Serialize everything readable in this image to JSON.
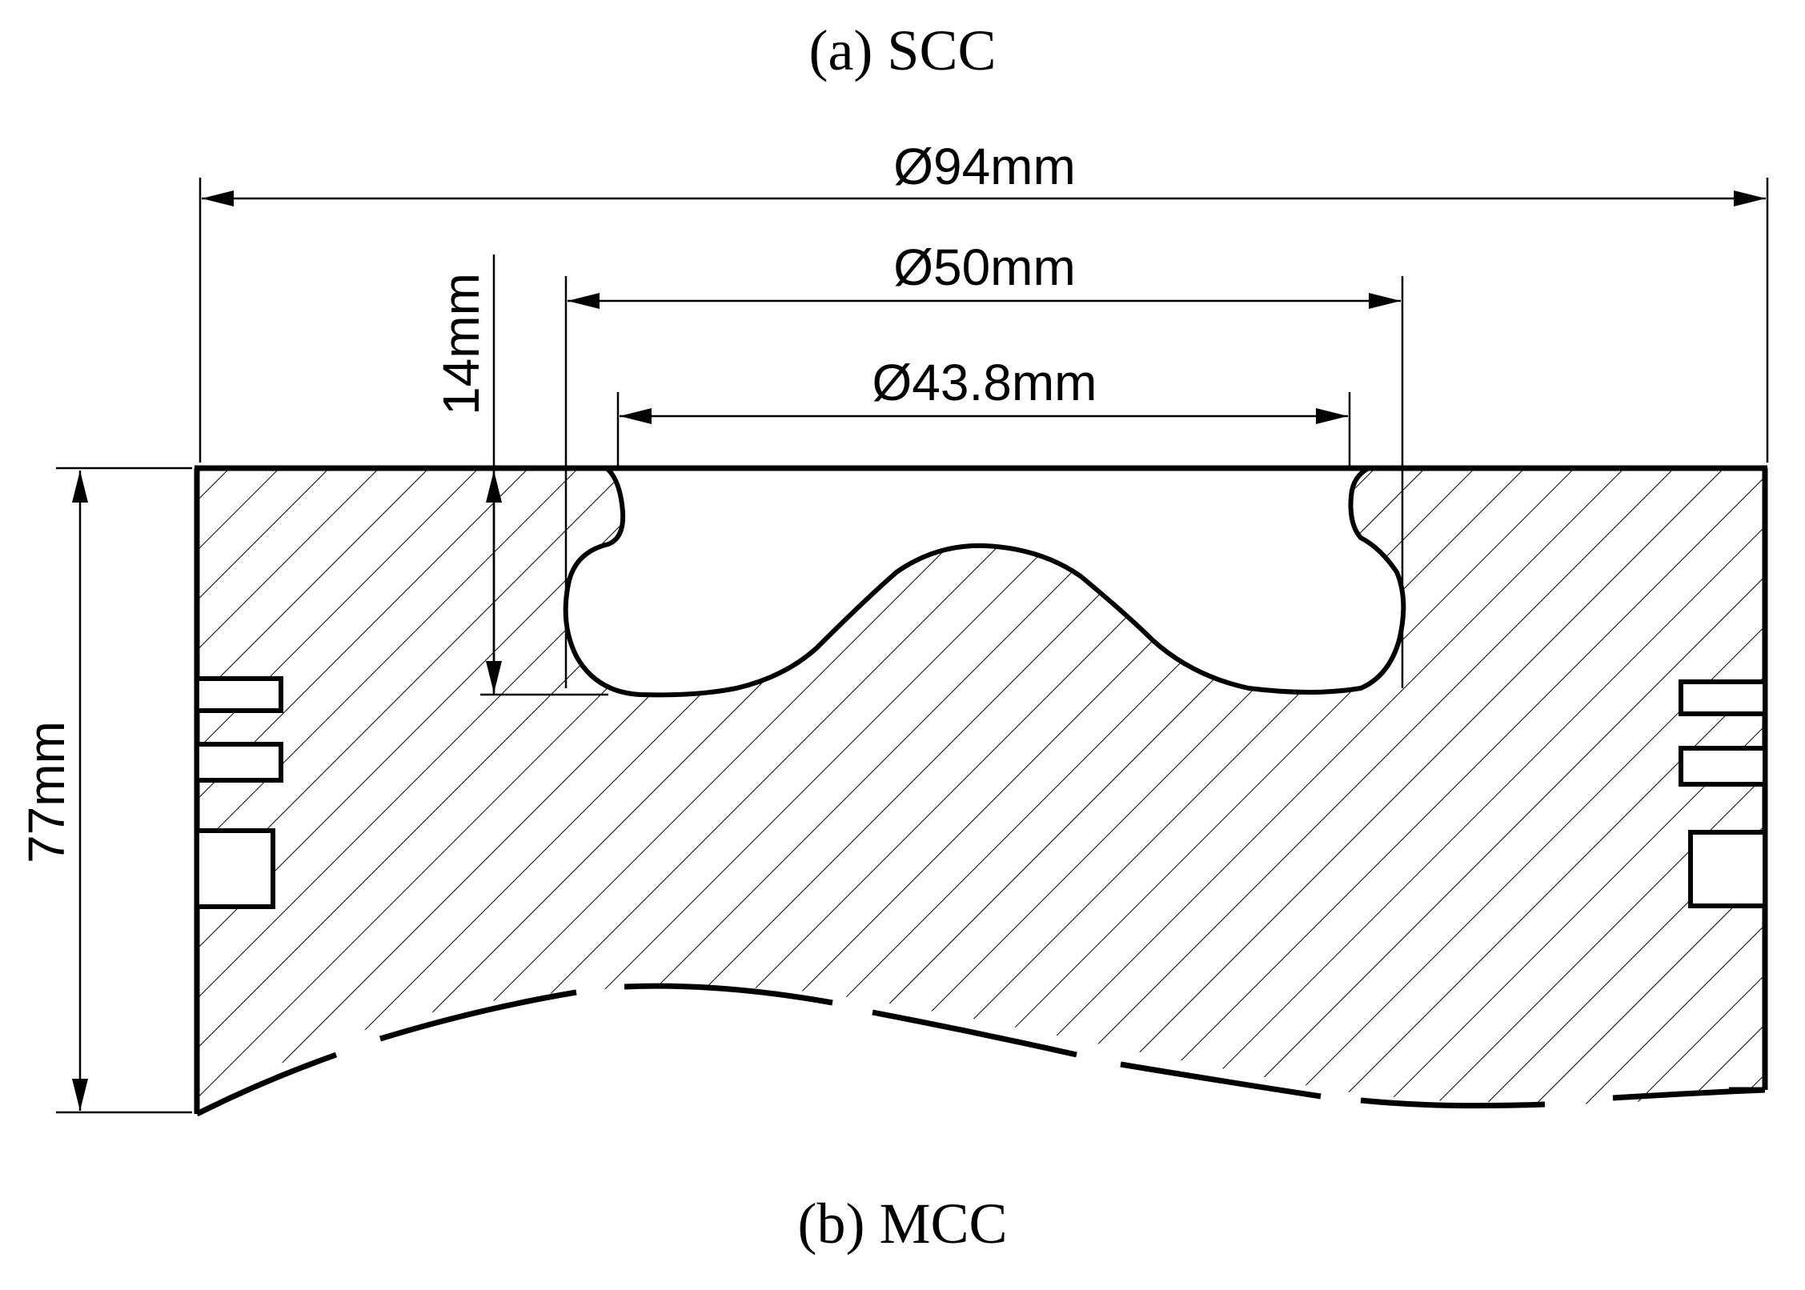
{
  "captions": {
    "top": "(a) SCC",
    "bottom": "(b) MCC"
  },
  "dimensions": {
    "outer_diameter": "Ø94mm",
    "bowl_diameter": "Ø50mm",
    "throat_diameter": "Ø43.8mm",
    "bowl_depth": "14mm",
    "height": "77mm"
  },
  "colors": {
    "line": "#000000",
    "background": "#ffffff"
  }
}
